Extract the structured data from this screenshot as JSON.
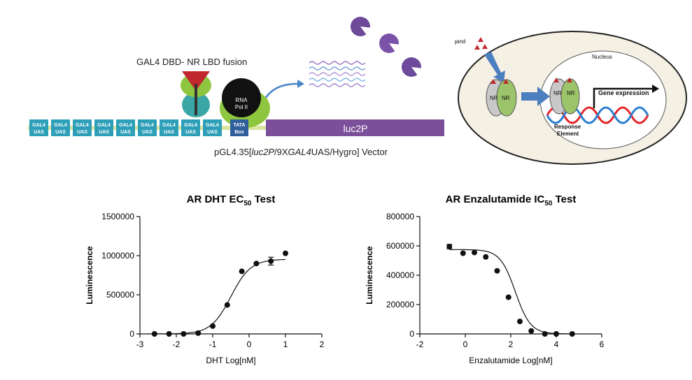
{
  "diagram": {
    "fusion_label": "GAL4 DBD- NR LBD fusion",
    "uas_box": [
      "GAL4",
      "UAS"
    ],
    "uas_count": 9,
    "tata_box": [
      "TATA",
      "Box"
    ],
    "polymerase": [
      "RNA",
      "Pol II"
    ],
    "reporter_gene": "luc2P",
    "vector_label_parts": [
      "pGL4.35[",
      "luc2P",
      "/9X",
      "GAL4",
      "UAS/Hygro]  Vector"
    ],
    "cell": {
      "ligand": "ligand",
      "nucleus": "Nucleus",
      "receptor": "NR",
      "gene_expression": "Gene expression",
      "response_element": [
        "Response",
        "Element"
      ]
    },
    "colors": {
      "uas": "#2e9fb8",
      "tata": "#2e5f9c",
      "luc": "#7b4f9a",
      "arrow": "#4c7fc0",
      "green": "#8ec63f",
      "teal": "#3aa6a6",
      "red": "#c0282d"
    }
  },
  "chart_data": [
    {
      "type": "scatter",
      "title_parts": [
        "AR DHT EC",
        "50",
        " Test"
      ],
      "xlabel": "DHT Log[nM]",
      "ylabel": "Luminescence",
      "xlim": [
        -3,
        2
      ],
      "ylim": [
        0,
        1500000
      ],
      "xticks": [
        -3,
        -2,
        -1,
        0,
        1,
        2
      ],
      "xticklabels": [
        "-3",
        "-2",
        "-1",
        "0",
        "1",
        "2"
      ],
      "yticks": [
        0,
        500000,
        1000000,
        1500000
      ],
      "yticklabels": [
        "0",
        "500000",
        "1000000",
        "1500000"
      ],
      "points": [
        {
          "x": -2.6,
          "y": 0
        },
        {
          "x": -2.2,
          "y": 0
        },
        {
          "x": -1.8,
          "y": 0
        },
        {
          "x": -1.4,
          "y": 10000
        },
        {
          "x": -1.0,
          "y": 100000
        },
        {
          "x": -0.6,
          "y": 370000
        },
        {
          "x": -0.2,
          "y": 800000
        },
        {
          "x": 0.2,
          "y": 900000
        },
        {
          "x": 0.6,
          "y": 930000,
          "err": 50000
        },
        {
          "x": 1.0,
          "y": 1030000
        }
      ],
      "fit": {
        "bottom": 0,
        "top": 955000,
        "x50": -0.5,
        "hill": 1.6,
        "range": [
          -2.6,
          1.0
        ]
      }
    },
    {
      "type": "scatter",
      "title_parts": [
        "AR Enzalutamide IC",
        "50",
        " Test"
      ],
      "xlabel": "Enzalutamide Log[nM]",
      "ylabel": "Luminescence",
      "xlim": [
        -2,
        6
      ],
      "ylim": [
        0,
        800000
      ],
      "xticks": [
        -2,
        0,
        2,
        4,
        6
      ],
      "xticklabels": [
        "-2",
        "0",
        "2",
        "4",
        "6"
      ],
      "yticks": [
        0,
        200000,
        400000,
        600000,
        800000
      ],
      "yticklabels": [
        "0",
        "200000",
        "400000",
        "600000",
        "800000"
      ],
      "points": [
        {
          "x": -0.7,
          "y": 595000,
          "err": 15000
        },
        {
          "x": -0.1,
          "y": 550000
        },
        {
          "x": 0.4,
          "y": 555000
        },
        {
          "x": 0.9,
          "y": 525000
        },
        {
          "x": 1.4,
          "y": 430000
        },
        {
          "x": 1.9,
          "y": 250000
        },
        {
          "x": 2.4,
          "y": 85000
        },
        {
          "x": 2.9,
          "y": 20000
        },
        {
          "x": 3.5,
          "y": 0
        },
        {
          "x": 4.0,
          "y": 0
        },
        {
          "x": 4.7,
          "y": 0
        }
      ],
      "fit": {
        "bottom": 0,
        "top": 575000,
        "x50": 2.2,
        "hill": -1.3,
        "range": [
          -0.7,
          4.7
        ]
      }
    }
  ]
}
